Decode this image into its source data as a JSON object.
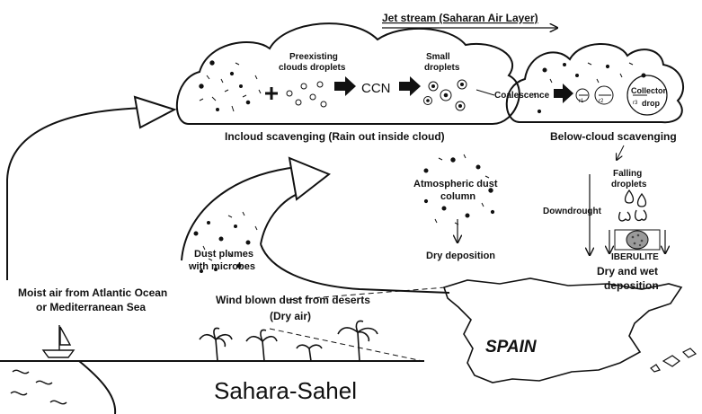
{
  "labels": {
    "jet_stream": "Jet stream (Saharan Air Layer)",
    "preexisting_line1": "Preexisting",
    "preexisting_line2": "clouds droplets",
    "ccn": "CCN",
    "small_line1": "Small",
    "small_line2": "droplets",
    "coalescence": "Coalescence",
    "r1": "r1",
    "r2": "r2",
    "collector_line1": "Collector",
    "collector_line2": "drop",
    "r3": "r3",
    "incloud": "Incloud scavenging (Rain out inside cloud)",
    "belowcloud": "Below-cloud scavenging",
    "atm_line1": "Atmospheric dust",
    "atm_line2": "column",
    "dry_deposition": "Dry deposition",
    "falling_line1": "Falling",
    "falling_line2": "droplets",
    "downdrought": "Downdrought",
    "iberulite": "IBERULITE",
    "drywet_line1": "Dry and wet",
    "drywet_line2": "deposition",
    "plumes_line1": "Dust plumes",
    "plumes_line2": "with microbes",
    "moist_line1": "Moist air from Atlantic Ocean",
    "moist_line2": "or Mediterranean Sea",
    "wind_line1": "Wind blown dust from deserts",
    "wind_line2": "(Dry air)",
    "spain": "SPAIN",
    "sahara": "Sahara-Sahel"
  },
  "colors": {
    "ink": "#111111",
    "background": "#ffffff",
    "iberulite_fill": "#9a9a9a"
  }
}
